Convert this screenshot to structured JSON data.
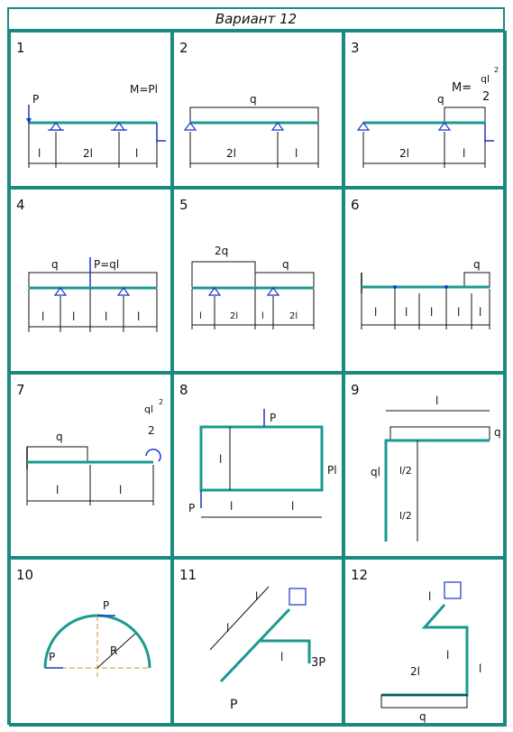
{
  "header": {
    "title": "Вариант  12"
  },
  "colors": {
    "beam": "#1a9a90",
    "frame": "#1a8a80",
    "force": "#1b35c9",
    "dim": "#111111"
  },
  "cells": [
    {
      "num": "1",
      "labels": {
        "p": "P",
        "m": "M=Pl",
        "d1": "l",
        "d2": "2l",
        "d3": "l"
      }
    },
    {
      "num": "2",
      "labels": {
        "q": "q",
        "d1": "2l",
        "d2": "l"
      }
    },
    {
      "num": "3",
      "labels": {
        "q": "q",
        "m": "M=",
        "mnum": "ql",
        "mexp": "2",
        "mden": "2",
        "d1": "2l",
        "d2": "l"
      }
    },
    {
      "num": "4",
      "labels": {
        "q": "q",
        "p": "P=ql",
        "d1": "l",
        "d2": "l",
        "d3": "l",
        "d4": "l"
      }
    },
    {
      "num": "5",
      "labels": {
        "q2": "2q",
        "q": "q",
        "d1": "l",
        "d2": "2l",
        "d3": "l",
        "d4": "2l"
      }
    },
    {
      "num": "6",
      "labels": {
        "q": "q",
        "d1": "l",
        "d2": "l",
        "d3": "l",
        "d4": "l",
        "d5": "l"
      }
    },
    {
      "num": "7",
      "labels": {
        "q": "q",
        "mnum": "ql",
        "mexp": "2",
        "mden": "2",
        "d1": "l",
        "d2": "l"
      }
    },
    {
      "num": "8",
      "labels": {
        "p1": "P",
        "p2": "P",
        "m": "Pl",
        "h": "l",
        "d1": "l",
        "d2": "l"
      }
    },
    {
      "num": "9",
      "labels": {
        "top": "l",
        "q1": "q",
        "ql": "ql",
        "h1": "l/2",
        "h2": "l/2"
      }
    },
    {
      "num": "10",
      "labels": {
        "p1": "P",
        "p2": "P",
        "r": "R"
      }
    },
    {
      "num": "11",
      "labels": {
        "d1": "l",
        "d2": "l",
        "d3": "l",
        "p1": "3P",
        "p2": "P"
      }
    },
    {
      "num": "12",
      "labels": {
        "d1": "l",
        "d2": "l",
        "d3": "2l",
        "h": "l",
        "q": "q"
      }
    }
  ]
}
